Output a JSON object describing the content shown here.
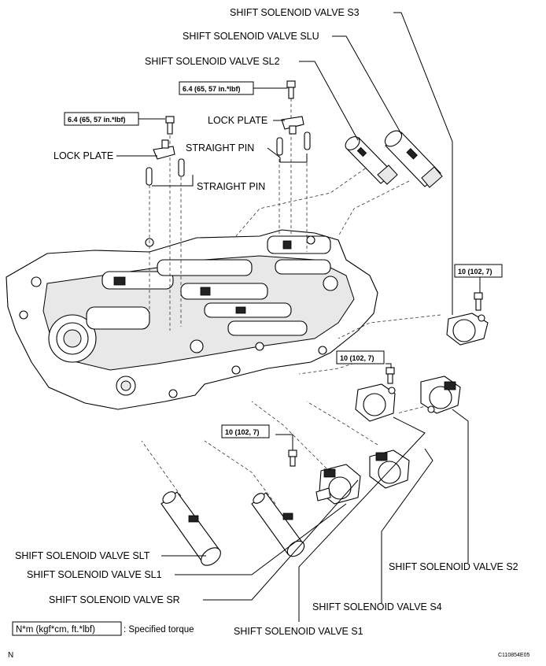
{
  "labels": {
    "s3": "SHIFT SOLENOID VALVE S3",
    "slu": "SHIFT SOLENOID VALVE SLU",
    "sl2": "SHIFT SOLENOID VALVE SL2",
    "lock_plate_right": "LOCK PLATE",
    "straight_pin_right": "STRAIGHT PIN",
    "lock_plate_left": "LOCK PLATE",
    "straight_pin_left": "STRAIGHT PIN",
    "slt": "SHIFT SOLENOID VALVE SLT",
    "sl1": "SHIFT SOLENOID VALVE SL1",
    "sr": "SHIFT SOLENOID VALVE SR",
    "s2": "SHIFT SOLENOID VALVE S2",
    "s4": "SHIFT SOLENOID VALVE S4",
    "s1": "SHIFT SOLENOID VALVE S1"
  },
  "torque": {
    "top_right_bolt": "6.4 (65, 57 in.*lbf)",
    "top_left_bolt": "6.4 (65, 57 in.*lbf)",
    "s3_bolt": "10 (102, 7)",
    "s1_bolt": "10 (102, 7)",
    "sr_bolt": "10 (102, 7)"
  },
  "legend": {
    "unit": "N*m (kgf*cm, ft.*lbf)",
    "text": ": Specified torque"
  },
  "footer": {
    "left_mark": "N",
    "code": "C110854E05"
  }
}
